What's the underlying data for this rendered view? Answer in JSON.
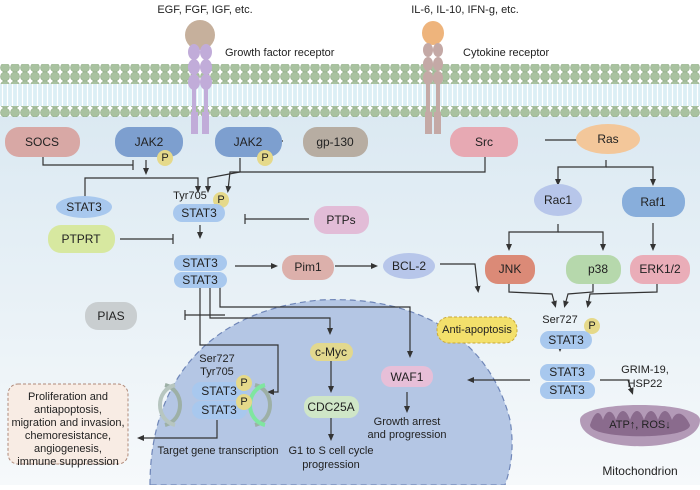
{
  "title": "STAT3 signaling pathway",
  "ligands": {
    "growth_factors": "EGF, FGF, IGF, etc.",
    "cytokines": "IL-6, IL-10, IFN-g, etc."
  },
  "receptors": {
    "growth_factor": "Growth factor receptor",
    "cytokine": "Cytokine receptor"
  },
  "nodes": {
    "socs": "SOCS",
    "jak2_a": "JAK2",
    "jak2_b": "JAK2",
    "gp130": "gp-130",
    "src": "Src",
    "ras": "Ras",
    "rac1": "Rac1",
    "raf1": "Raf1",
    "stat3_mono": "STAT3",
    "stat3_tyr": "STAT3",
    "tyr705": "Tyr705",
    "ptps": "PTPs",
    "ptprt": "PTPRT",
    "stat3_dimer_top": "STAT3",
    "stat3_dimer_bottom": "STAT3",
    "pim1": "Pim1",
    "bcl2": "BCL-2",
    "jnk": "JNK",
    "p38": "p38",
    "erk": "ERK1/2",
    "pias": "PIAS",
    "anti_apoptosis": "Anti-apoptosis",
    "ser727": "Ser727",
    "stat3_ser": "STAT3",
    "stat3_mito_top": "STAT3",
    "stat3_mito_bottom": "STAT3",
    "grim19": "GRIM-19,",
    "hsp22": "HSP22",
    "mito_text": "ATP↑, ROS↓",
    "mitochondrion": "Mitochondrion",
    "cmyc": "c-Myc",
    "cdc25a": "CDC25A",
    "waf1": "WAF1",
    "g1s_1": "G1 to S cell cycle",
    "g1s_2": "progression",
    "growth_1": "Growth arrest",
    "growth_2": "and progression",
    "nuc_ser727": "Ser727",
    "nuc_tyr705": "Tyr705",
    "nuc_stat3_top": "STAT3",
    "nuc_stat3_bottom": "STAT3",
    "target_transcription": "Target gene transcription",
    "p": "P"
  },
  "outcomes": [
    "Proliferation and",
    "antiapoptosis,",
    "migration and invasion,",
    "chemoresistance,",
    "angiogenesis,",
    "immune suppression"
  ],
  "colors": {
    "cytoplasm": "#e3eef5",
    "membrane_head": "#a9c2a0",
    "nucleus": "#b4c6e4",
    "stat3": "#a8c8ee",
    "phospho": "#e5d98a",
    "socs": "#d8a8a5",
    "jak2": "#7d9fcf",
    "gp130": "#b7ada2",
    "src": "#e7a9b3",
    "ras": "#f3c79a",
    "rac1": "#b7c6ea",
    "raf1": "#88aedb",
    "ptps": "#e2bcd7",
    "ptprt": "#d7e8a0",
    "pim1": "#dcb0ab",
    "bcl2": "#b7c6ea",
    "jnk": "#db8a77",
    "p38": "#b6d8ac",
    "erk": "#eaadb8",
    "pias": "#c9ced0",
    "anti_apoptosis": "#f3e06b",
    "cmyc": "#e2d88e",
    "cdc25a": "#cfe6c7",
    "waf1": "#e7bfd8",
    "mito": "#b39ab7",
    "mito_inner": "#8a6b8d"
  }
}
